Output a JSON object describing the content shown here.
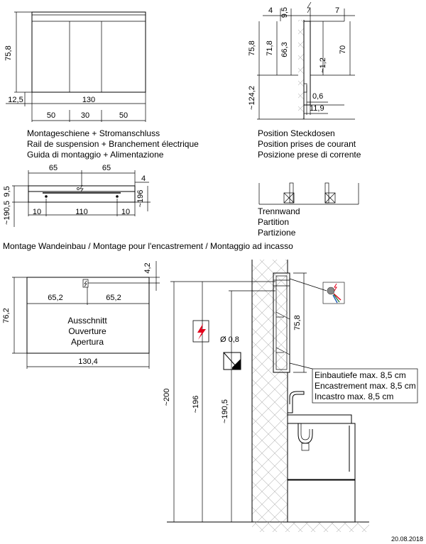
{
  "top_left": {
    "dims": {
      "height": "75,8",
      "left_offset": "12,5",
      "total_width": "130",
      "door_left": "50",
      "door_middle": "30",
      "door_right": "50"
    },
    "caption": [
      "Montageschiene + Stromanschluss",
      "Rail de suspension + Branchement électrique",
      "Guida di montaggio + Alimentazione"
    ]
  },
  "top_right": {
    "dims": {
      "depth_4": "4",
      "depth_9_5": "9,5",
      "depth_7": "7",
      "h_75_8": "75,8",
      "h_71_8": "71,8",
      "h_66_3": "66,3",
      "h_70": "70",
      "h_1_2": "~1,2",
      "h_124_2": "~124,2",
      "w_0_6": "0,6",
      "w_11_9": "11,9"
    },
    "caption": [
      "Position Steckdosen",
      "Position prises de courant",
      "Posizione prese di corrente"
    ]
  },
  "rail": {
    "dims": {
      "half_left": "65",
      "half_right": "65",
      "d4": "4",
      "d9_5": "9,5",
      "h_190_5": "~190,5",
      "h_196": "~196",
      "edge_left": "10",
      "mid": "110",
      "edge_right": "10"
    }
  },
  "partition": {
    "caption": [
      "Trennwand",
      "Partition",
      "Partizione"
    ]
  },
  "section_title": "Montage Wandeinbau / Montage pour l'encastrement / Montaggio ad incasso",
  "cutout": {
    "dims": {
      "top": "4,2",
      "height": "76,2",
      "half_left": "65,2",
      "half_right": "65,2",
      "width": "130,4"
    },
    "label": [
      "Ausschnitt",
      "Ouverture",
      "Apertura"
    ]
  },
  "side_view": {
    "dims": {
      "total": "~200",
      "h196": "~196",
      "h190_5": "~190,5",
      "diameter": "Ø 0,8",
      "h75_8": "75,8"
    },
    "recess_note": [
      "Einbautiefe max. 8,5 cm",
      "Encastrement max. 8,5 cm",
      "Incastro max. 8,5 cm"
    ]
  },
  "date": "20.08.2018",
  "colors": {
    "warning_red": "#e3001b"
  }
}
